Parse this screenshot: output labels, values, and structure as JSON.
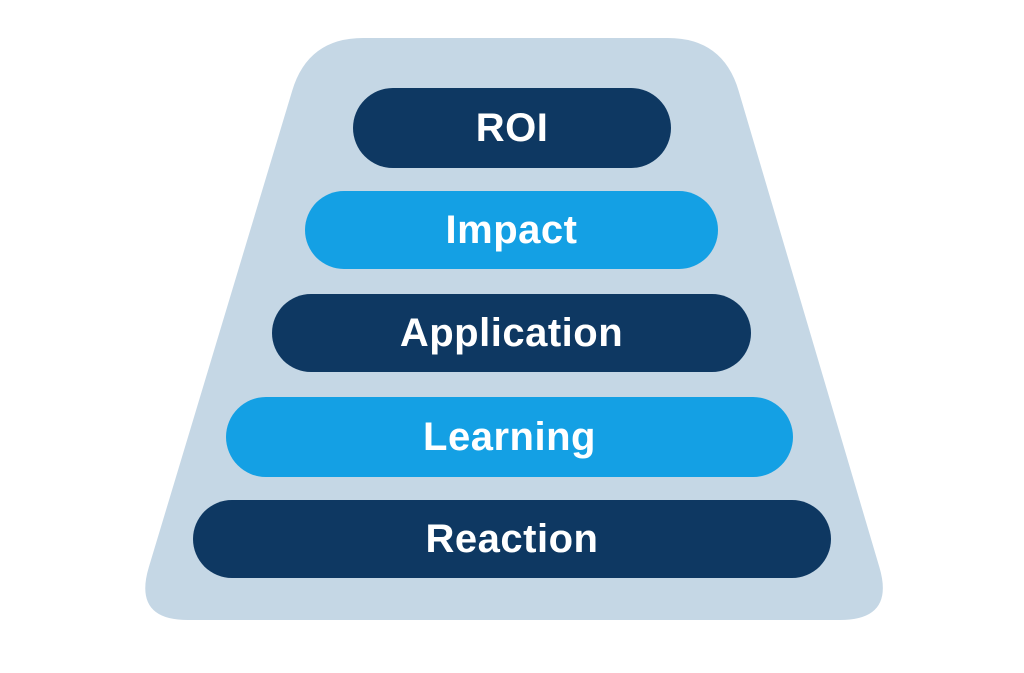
{
  "diagram": {
    "type": "pyramid-levels",
    "levels": [
      {
        "label": "ROI",
        "color": "#0e3862"
      },
      {
        "label": "Impact",
        "color": "#14a0e4"
      },
      {
        "label": "Application",
        "color": "#0e3862"
      },
      {
        "label": "Learning",
        "color": "#14a0e4"
      },
      {
        "label": "Reaction",
        "color": "#0e3862"
      }
    ],
    "colors": {
      "navy": "#0e3862",
      "bright_blue": "#14a0e4",
      "pyramid_background": "#c5d7e5",
      "label_text": "#ffffff",
      "page_background": "#ffffff"
    }
  }
}
